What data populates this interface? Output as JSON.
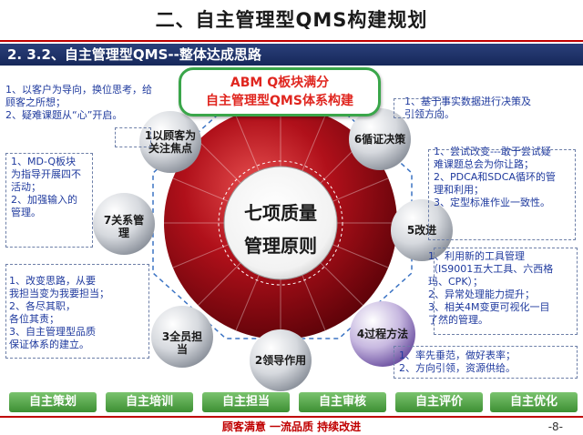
{
  "title": "二、自主管理型QMS构建规划",
  "section": "2. 3.2、自主管理型QMS--整体达成思路",
  "banner": {
    "line1": "ABM Q板块满分",
    "line2": "自主管理型QMS体系构建"
  },
  "center": {
    "line1": "七项质量",
    "line2": "管理原则"
  },
  "principles": {
    "p1": "1以顾客为关注焦点",
    "p2": "2领导作用",
    "p3": "3全员担当",
    "p4": "4过程方法",
    "p5": "5改进",
    "p6": "6循证决策",
    "p7": "7关系管理"
  },
  "notes": {
    "n1": "1、以客户为导向，换位思考，给顾客之所想；\n2、疑难课题从“心”开启。",
    "n7": "1、MD-Q板块\n为指导开展四不\n活动；\n2、加强输入的\n管理。",
    "n3": "1、改变思路，从要\n我担当变为我要担当；\n2、各尽其职，\n各位其责；\n3、自主管理型品质\n保证体系的建立。",
    "n6": "1、基于事实数据进行决策及\n引领方向。",
    "n5": "1、尝试改变---敢于尝试疑\n难课题总会为你让路；\n2、PDCA和SDCA循环的管\n理和利用；\n3、定型标准作业一致性。",
    "n4": "1、利用新的工具管理\n（IS9001五大工具、六西格\n玛、CPK）；\n2、异常处理能力提升；\n3、相关4M变更可视化一目\n了然的管理。",
    "n2": "1、率先垂范，做好表率；\n2、方向引领，资源供给。"
  },
  "buttons": [
    "自主策划",
    "自主培训",
    "自主担当",
    "自主审核",
    "自主评价",
    "自主优化"
  ],
  "footer": "顾客满意    一流品质    持续改进",
  "page": "-8-",
  "colors": {
    "accent_red": "#c00000",
    "bar_blue": "#1e3470",
    "note_blue": "#1f3a9e",
    "green": "#3aa64a"
  }
}
